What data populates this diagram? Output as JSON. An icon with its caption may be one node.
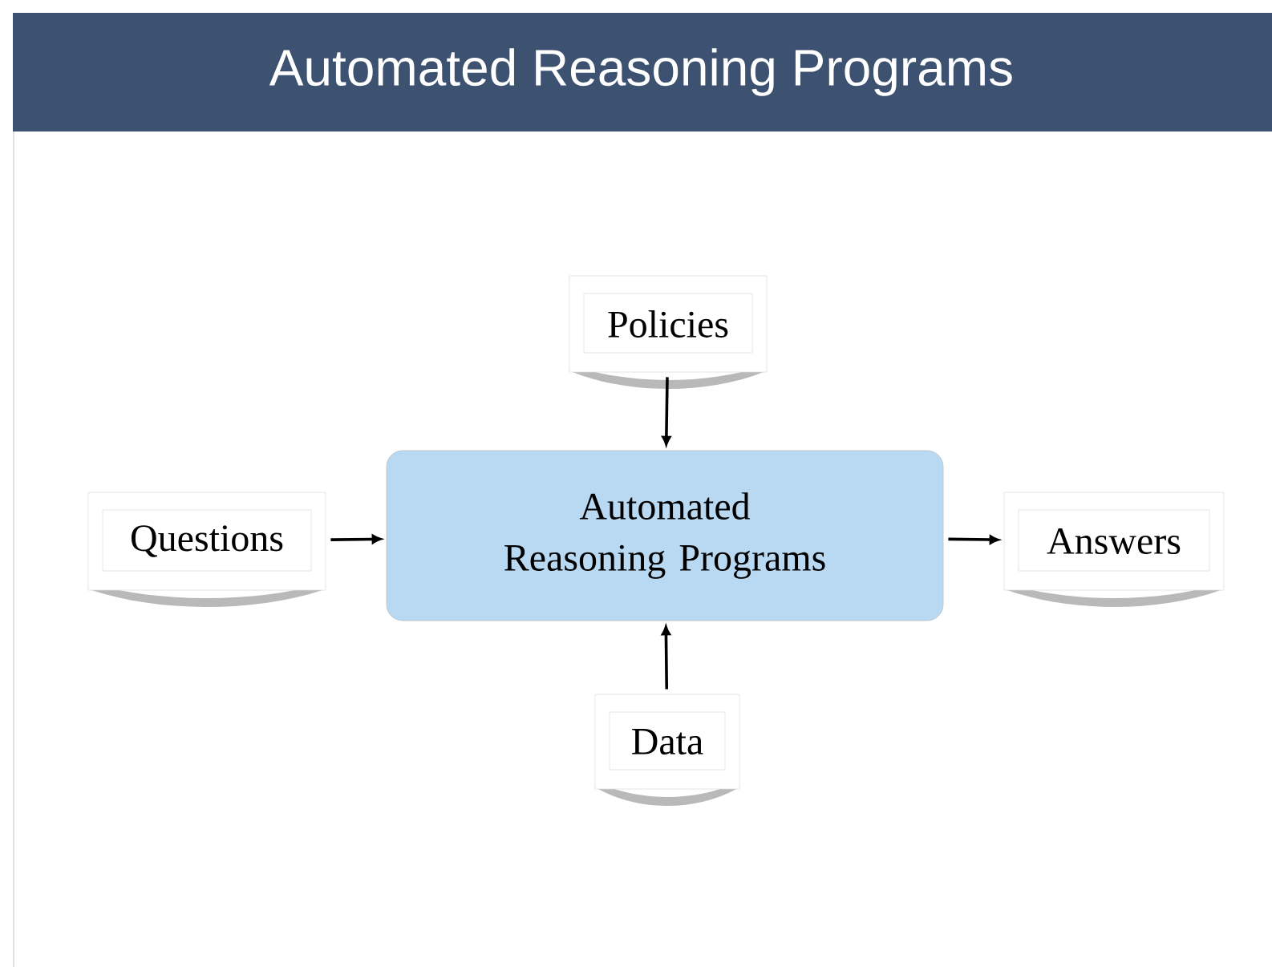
{
  "diagram": {
    "title": "Automated Reasoning Programs",
    "nodes": [
      {
        "text": [
          "Automated Reasoning Programs"
        ]
      },
      {
        "text": [
          "Policies"
        ]
      },
      {
        "text": [
          "Questions"
        ]
      },
      {
        "text": [
          "Answers"
        ]
      },
      {
        "text": [
          "Data"
        ]
      }
    ],
    "edges": [
      {
        "from": 1,
        "to": 0,
        "arrow": "to"
      },
      {
        "from": 2,
        "to": 0,
        "arrow": "to"
      },
      {
        "from": 0,
        "to": 3,
        "arrow": "to"
      },
      {
        "from": 4,
        "to": 0,
        "arrow": "to"
      }
    ]
  }
}
